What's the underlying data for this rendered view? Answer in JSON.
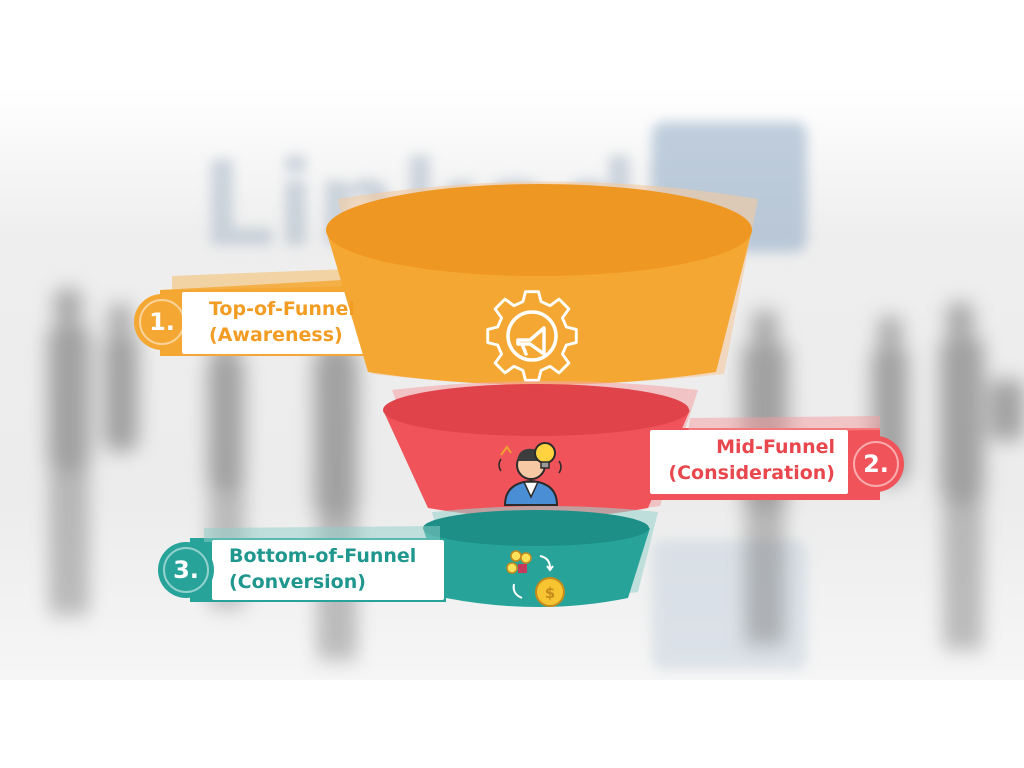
{
  "background": {
    "watermark_text": "LinkedIn",
    "colors": {
      "backdrop": "#ececec",
      "silhouette": "#6e6e6e",
      "watermark": "#a9b8c8"
    }
  },
  "funnel": {
    "stages": [
      {
        "number": "1.",
        "title": "Top-of-Funnel",
        "subtitle": "(Awareness)",
        "color": "#f5a733",
        "dark_color": "#ee9722",
        "text_color": "#f39c24",
        "icon": "gear-megaphone-icon"
      },
      {
        "number": "2.",
        "title": "Mid-Funnel",
        "subtitle": "(Consideration)",
        "color": "#f0545a",
        "dark_color": "#e0434a",
        "text_color": "#e9474e",
        "icon": "person-lightbulb-icon"
      },
      {
        "number": "3.",
        "title": "Bottom-of-Funnel",
        "subtitle": "(Conversion)",
        "color": "#27a39a",
        "dark_color": "#1d8f87",
        "text_color": "#1f978e",
        "icon": "people-to-money-icon"
      }
    ]
  }
}
